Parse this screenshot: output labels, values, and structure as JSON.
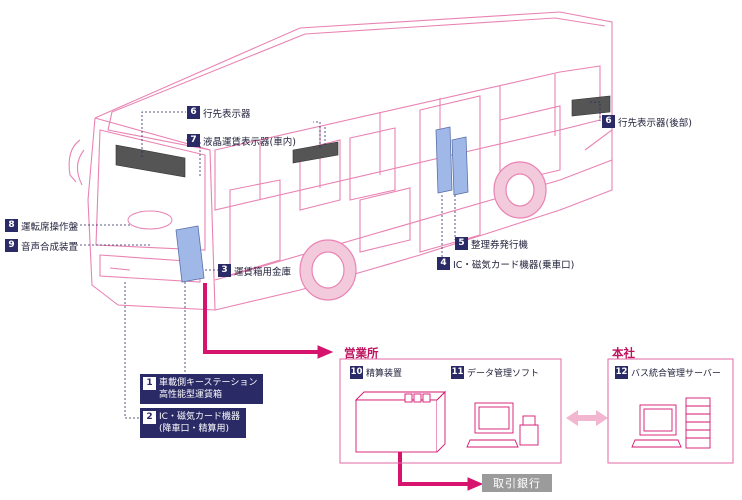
{
  "callouts": {
    "c6_front": {
      "num": "6",
      "label": "行先表示器"
    },
    "c7": {
      "num": "7",
      "label": "液晶運賃表示器(車内)"
    },
    "c6_rear": {
      "num": "6",
      "label": "行先表示器(後部)"
    },
    "c8": {
      "num": "8",
      "label": "運転席操作盤"
    },
    "c9": {
      "num": "9",
      "label": "音声合成装置"
    },
    "c3": {
      "num": "3",
      "label": "運賃箱用金庫"
    },
    "c5": {
      "num": "5",
      "label": "整理券発行機"
    },
    "c4": {
      "num": "4",
      "label": "IC・磁気カード機器(乗車口)"
    },
    "c1": {
      "num": "1",
      "line1": "車載側キーステーション",
      "line2": "高性能型運賃箱"
    },
    "c2": {
      "num": "2",
      "line1": "IC・磁気カード機器",
      "line2": "(降車口・精算用)"
    }
  },
  "office": {
    "title": "営業所",
    "item10": {
      "num": "10",
      "label": "精算装置"
    },
    "item11": {
      "num": "11",
      "label": "データ管理ソフト"
    }
  },
  "hq": {
    "title": "本社",
    "item12": {
      "num": "12",
      "label": "バス統合管理サーバー"
    }
  },
  "bank": {
    "label": "取引銀行"
  },
  "colors": {
    "outline": "#e83c8c",
    "accent": "#d6146e",
    "navy": "#2a2a66",
    "device": "#9fb8e8"
  }
}
